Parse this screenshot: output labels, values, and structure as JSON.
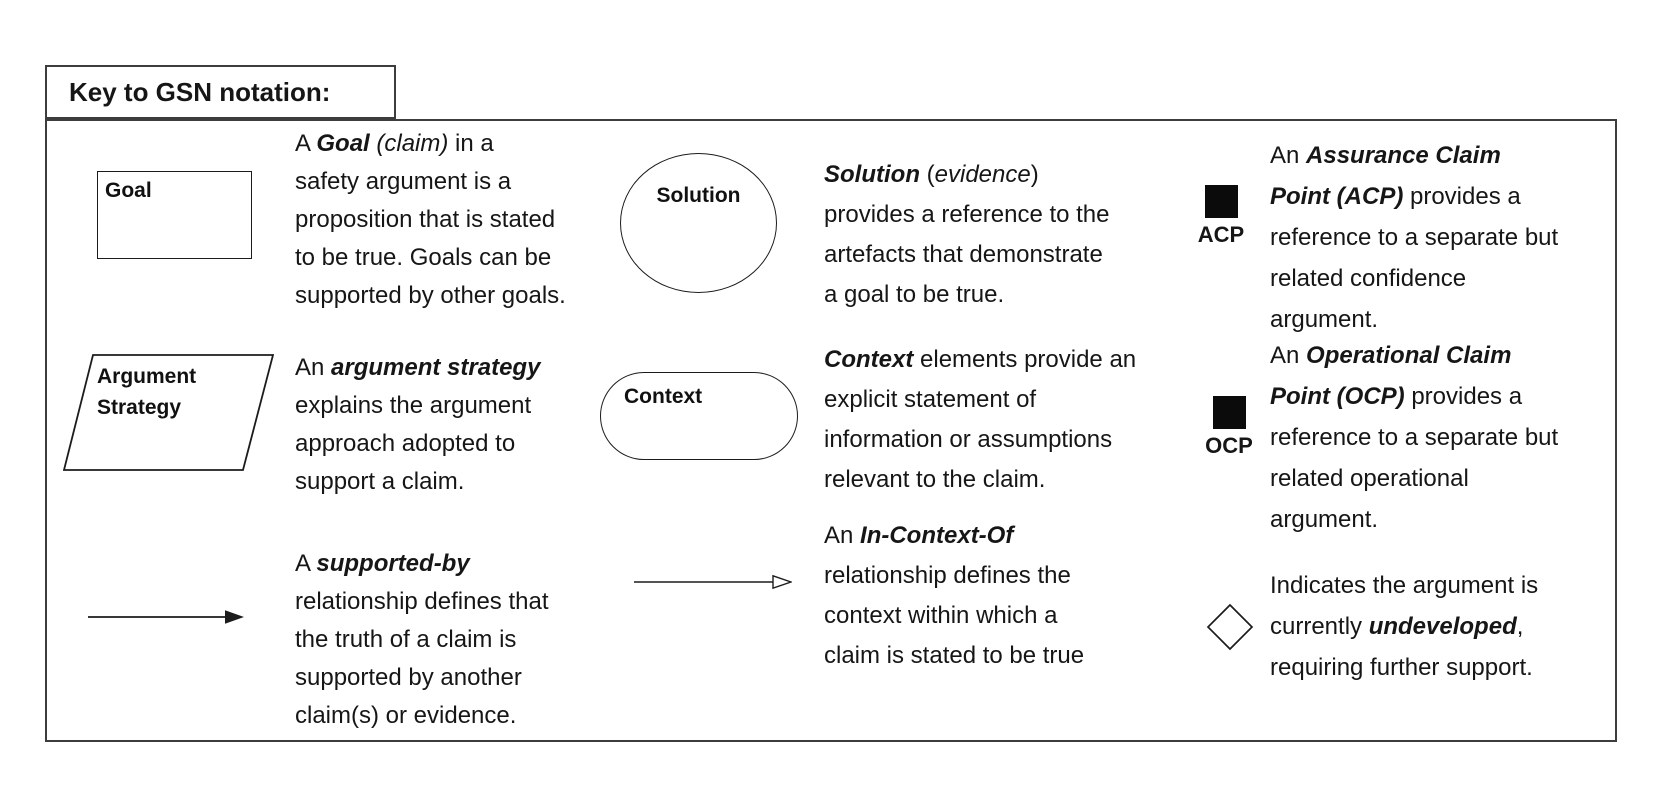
{
  "title": {
    "text": "Key to GSN notation:"
  },
  "colors": {
    "background": "#ffffff",
    "text": "#161616",
    "box_border": "#3d3d3d",
    "shape_stroke": "#1c1c1c",
    "filled_square": "#0b0b0b"
  },
  "legend": {
    "goal": {
      "symbol_label": "Goal",
      "desc": [
        [
          {
            "t": "A "
          },
          {
            "t": "Goal",
            "s": "bi"
          },
          {
            "t": " (claim)",
            "s": "i"
          },
          {
            "t": " in a"
          }
        ],
        [
          {
            "t": "safety argument is a"
          }
        ],
        [
          {
            "t": "proposition that is stated"
          }
        ],
        [
          {
            "t": "to be true. Goals can be"
          }
        ],
        [
          {
            "t": "supported by other goals."
          }
        ]
      ]
    },
    "strategy": {
      "labels": [
        "Argument",
        "Strategy"
      ],
      "desc": [
        [
          {
            "t": "An "
          },
          {
            "t": "argument strategy",
            "s": "bi"
          }
        ],
        [
          {
            "t": "explains the argument"
          }
        ],
        [
          {
            "t": "approach adopted to"
          }
        ],
        [
          {
            "t": "support a claim."
          }
        ]
      ]
    },
    "supported_by": {
      "desc": [
        [
          {
            "t": "A "
          },
          {
            "t": "supported-by",
            "s": "bi"
          }
        ],
        [
          {
            "t": "relationship defines that"
          }
        ],
        [
          {
            "t": "the truth of a claim is"
          }
        ],
        [
          {
            "t": "supported by another"
          }
        ],
        [
          {
            "t": "claim(s) or evidence."
          }
        ]
      ]
    },
    "solution": {
      "symbol_label": "Solution",
      "desc": [
        [
          {
            "t": "Solution",
            "s": "bi"
          },
          {
            "t": " ("
          },
          {
            "t": "evidence",
            "s": "i"
          },
          {
            "t": ")"
          }
        ],
        [
          {
            "t": "provides a reference to the"
          }
        ],
        [
          {
            "t": "artefacts that demonstrate"
          }
        ],
        [
          {
            "t": "a goal to be true."
          }
        ]
      ]
    },
    "context": {
      "symbol_label": "Context",
      "desc": [
        [
          {
            "t": "Context",
            "s": "bi"
          },
          {
            "t": " elements provide an"
          }
        ],
        [
          {
            "t": "explicit statement of"
          }
        ],
        [
          {
            "t": "information or assumptions"
          }
        ],
        [
          {
            "t": "relevant to the claim."
          }
        ]
      ]
    },
    "in_context_of": {
      "desc": [
        [
          {
            "t": "An "
          },
          {
            "t": "In-Context-Of",
            "s": "bi"
          }
        ],
        [
          {
            "t": "relationship defines the"
          }
        ],
        [
          {
            "t": "context within which a"
          }
        ],
        [
          {
            "t": "claim is stated to be true"
          }
        ]
      ]
    },
    "acp": {
      "symbol_label": "ACP",
      "desc": [
        [
          {
            "t": "An "
          },
          {
            "t": "Assurance Claim",
            "s": "bi"
          }
        ],
        [
          {
            "t": "Point (ACP)",
            "s": "bi"
          },
          {
            "t": " provides a"
          }
        ],
        [
          {
            "t": "reference to a separate but"
          }
        ],
        [
          {
            "t": "related confidence"
          }
        ],
        [
          {
            "t": "argument."
          }
        ]
      ]
    },
    "ocp": {
      "symbol_label": "OCP",
      "desc": [
        [
          {
            "t": "An "
          },
          {
            "t": "Operational Claim",
            "s": "bi"
          }
        ],
        [
          {
            "t": "Point (OCP)",
            "s": "bi"
          },
          {
            "t": " provides a"
          }
        ],
        [
          {
            "t": "reference to a separate but"
          }
        ],
        [
          {
            "t": "related operational"
          }
        ],
        [
          {
            "t": "argument."
          }
        ]
      ]
    },
    "undeveloped": {
      "desc": [
        [
          {
            "t": "Indicates the argument is"
          }
        ],
        [
          {
            "t": "currently "
          },
          {
            "t": "undeveloped",
            "s": "bi"
          },
          {
            "t": ","
          }
        ],
        [
          {
            "t": "requiring further support."
          }
        ]
      ]
    }
  }
}
